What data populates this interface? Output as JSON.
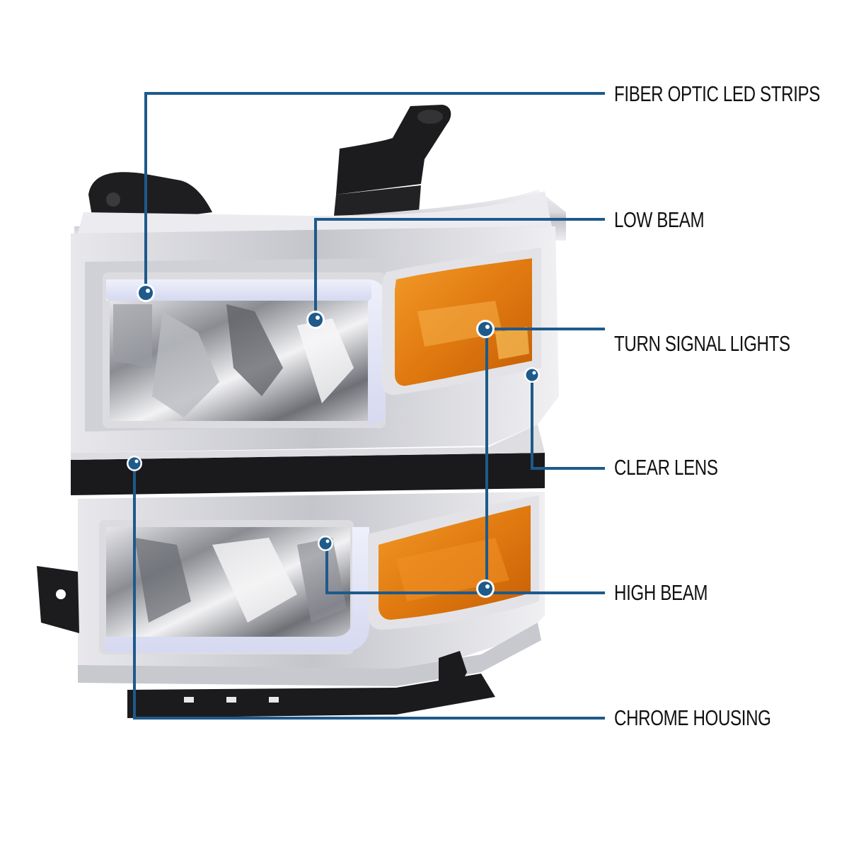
{
  "diagram": {
    "subject": "Headlight assembly",
    "accent_color": "#1e5a8a",
    "lens_amber_color": "#e07a10",
    "callouts": [
      {
        "id": "fiber-optic-led-strips",
        "label": "FIBER OPTIC LED STRIPS"
      },
      {
        "id": "low-beam",
        "label": "LOW BEAM"
      },
      {
        "id": "turn-signal-lights",
        "label": "TURN SIGNAL LIGHTS"
      },
      {
        "id": "clear-lens",
        "label": "CLEAR LENS"
      },
      {
        "id": "high-beam",
        "label": "HIGH BEAM"
      },
      {
        "id": "chrome-housing",
        "label": "CHROME HOUSING"
      }
    ]
  }
}
